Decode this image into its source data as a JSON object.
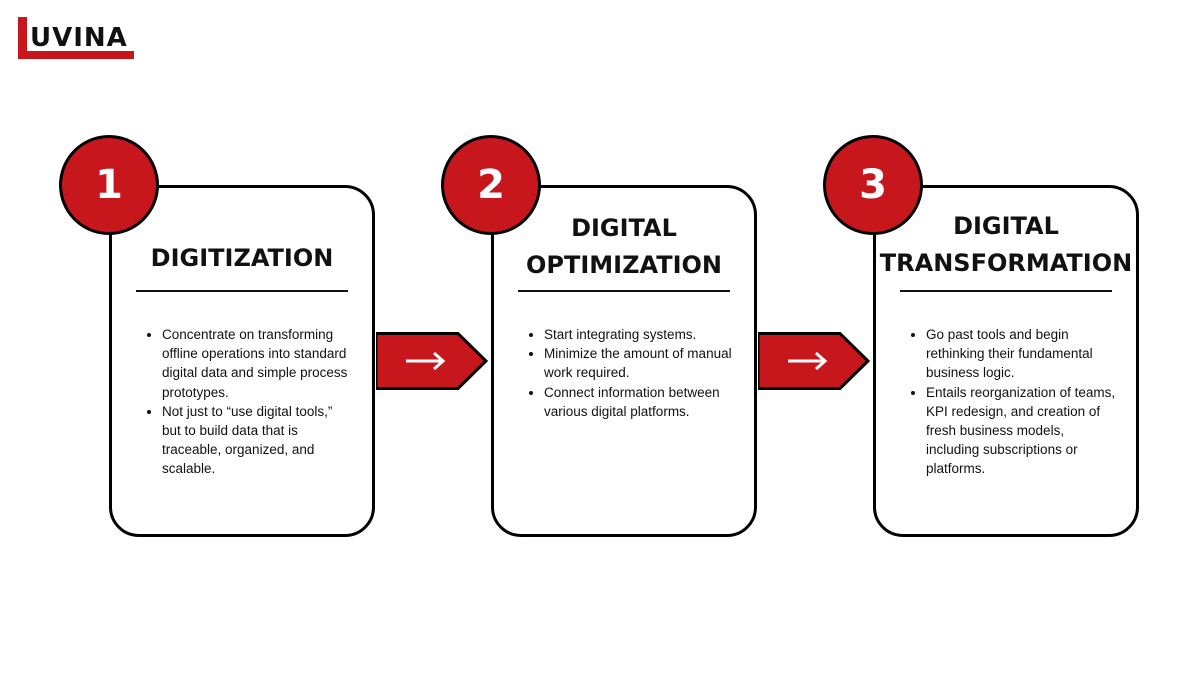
{
  "logo": {
    "text": "UVINA",
    "accent": "#c8161d"
  },
  "colors": {
    "accent": "#c8161d",
    "border": "#000000",
    "text": "#111111"
  },
  "steps": [
    {
      "number": "1",
      "title": "DIGITIZATION",
      "bullets": [
        "Concentrate on transforming offline operations into standard digital data and simple process prototypes.",
        "Not just to “use digital tools,” but to build data that is traceable, organized, and scalable."
      ]
    },
    {
      "number": "2",
      "title": "DIGITAL OPTIMIZATION",
      "title_lines": [
        "DIGITAL",
        "OPTIMIZATION"
      ],
      "bullets": [
        "Start integrating systems.",
        "Minimize the amount of manual work required.",
        "Connect information between various digital platforms."
      ]
    },
    {
      "number": "3",
      "title": "DIGITAL TRANSFORMATION",
      "title_lines": [
        "DIGITAL",
        "TRANSFORMATION"
      ],
      "bullets": [
        "Go past tools and begin rethinking their fundamental business logic.",
        "Entails reorganization of teams, KPI redesign, and creation of fresh business models, including subscriptions or platforms."
      ]
    }
  ],
  "arrows": [
    {
      "glyph": "→"
    },
    {
      "glyph": "→"
    }
  ]
}
